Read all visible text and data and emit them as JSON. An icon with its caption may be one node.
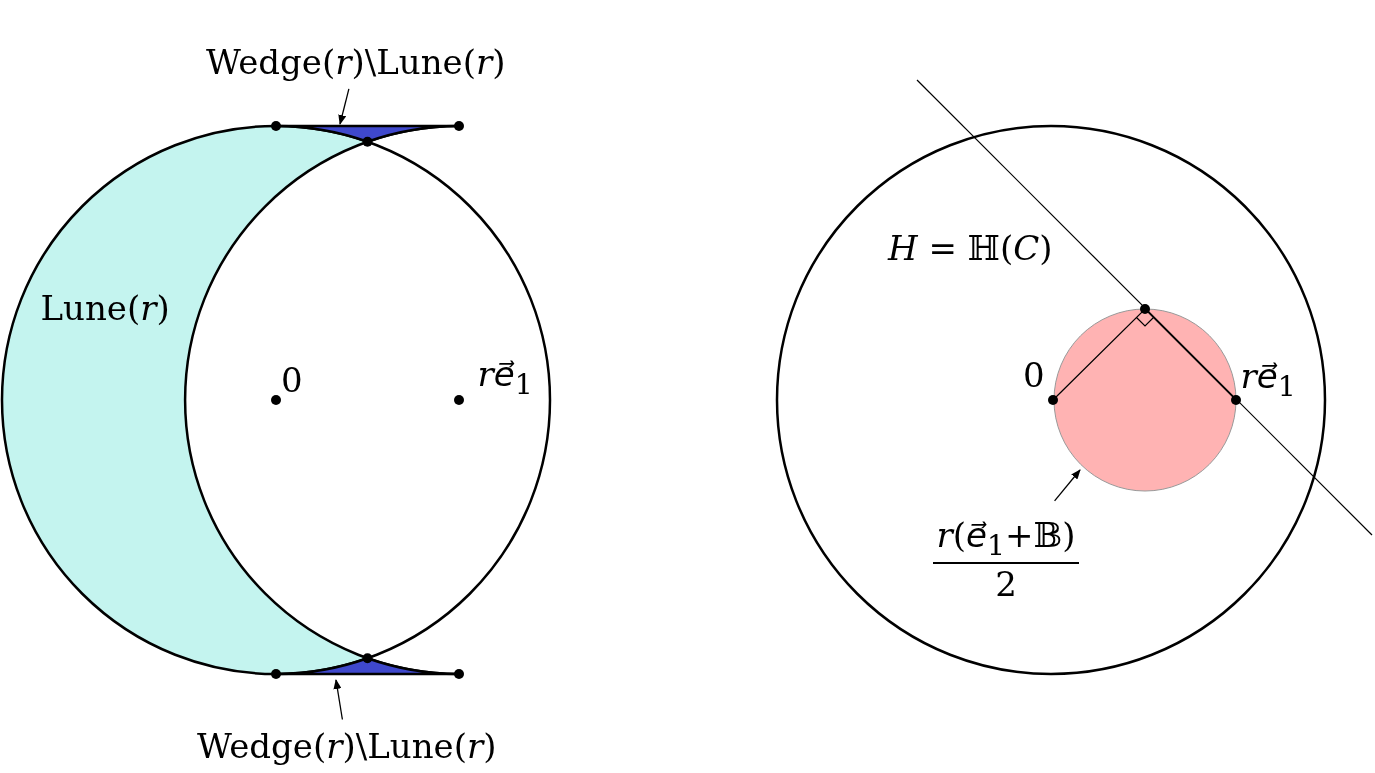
{
  "diagram": {
    "nodes": [
      {
        "text": [
          "Wedge(*r*)\\Lune(*r*)"
        ]
      },
      {
        "text": [],
        "shape": "triangle"
      },
      {
        "text": [],
        "shape": "triangle"
      },
      {
        "text": [
          "Wedge(*r*)\\Lune(*r*)"
        ]
      },
      {
        "text": [],
        "shape": "circle"
      },
      {
        "text": [
          "*r*(*e⃗*$_{1}$+𝔹)",
          "2"
        ]
      }
    ],
    "edges": [
      {
        "from": 0,
        "to": 1,
        "arrow": "to"
      },
      {
        "from": 3,
        "to": 2,
        "arrow": "to"
      },
      {
        "from": 5,
        "to": 4,
        "arrow": "to"
      }
    ],
    "labels": [
      "Lune(*r*)",
      "0",
      "*re⃗*$_{1}$",
      "*H* = ℍ(*C*)",
      "0",
      "*re⃗*$_{1}$"
    ]
  }
}
